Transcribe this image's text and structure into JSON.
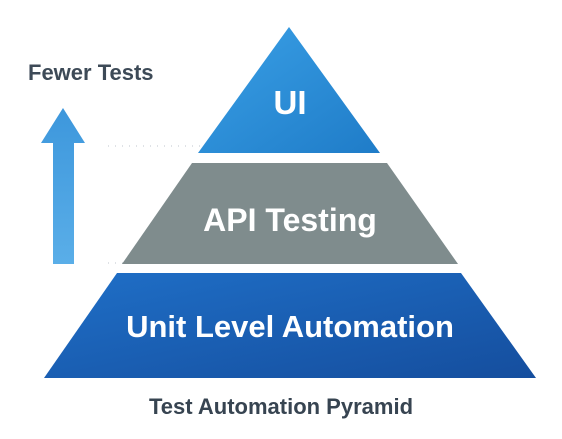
{
  "side_label": "Fewer Tests",
  "caption": "Test Automation Pyramid",
  "tiers": [
    {
      "label": "UI",
      "color": "#2f8fd6"
    },
    {
      "label": "API Testing",
      "color": "#7f8c8d"
    },
    {
      "label": "Unit Level Automation",
      "color": "#1a5fb4"
    }
  ],
  "arrow": {
    "icon": "up-arrow-icon",
    "color": "#3b92d8"
  }
}
